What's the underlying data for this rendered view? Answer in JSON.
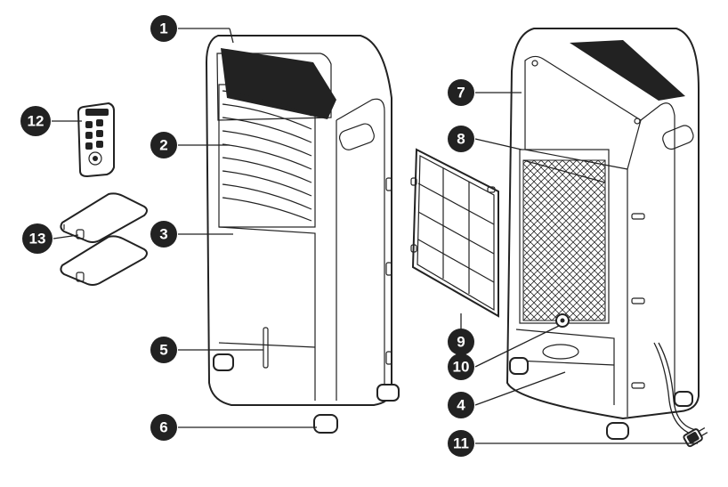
{
  "figure": {
    "callouts": [
      {
        "id": "callout-1",
        "label": "1"
      },
      {
        "id": "callout-2",
        "label": "2"
      },
      {
        "id": "callout-3",
        "label": "3"
      },
      {
        "id": "callout-5",
        "label": "5"
      },
      {
        "id": "callout-6",
        "label": "6"
      },
      {
        "id": "callout-7",
        "label": "7"
      },
      {
        "id": "callout-8",
        "label": "8"
      },
      {
        "id": "callout-9",
        "label": "9"
      },
      {
        "id": "callout-10",
        "label": "10"
      },
      {
        "id": "callout-4",
        "label": "4"
      },
      {
        "id": "callout-11",
        "label": "11"
      },
      {
        "id": "callout-12",
        "label": "12"
      },
      {
        "id": "callout-13",
        "label": "13"
      }
    ],
    "colors": {
      "ink": "#222222",
      "panel": "#1a1a1a",
      "paper": "#ffffff"
    }
  }
}
